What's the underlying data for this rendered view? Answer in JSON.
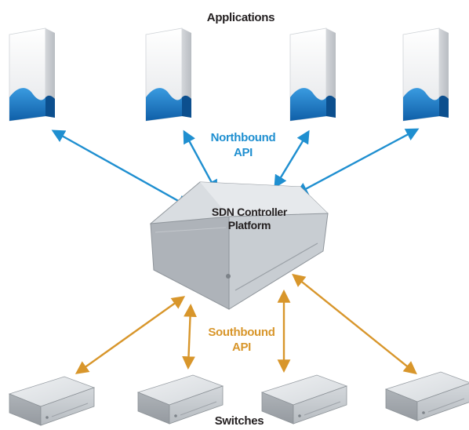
{
  "labels": {
    "applications": "Applications",
    "northbound_line1": "Northbound",
    "northbound_line2": "API",
    "controller_line1": "SDN Controller",
    "controller_line2": "Platform",
    "southbound_line1": "Southbound",
    "southbound_line2": "API",
    "switches": "Switches"
  },
  "colors": {
    "northbound": "#1f8fd0",
    "southbound": "#d8962b",
    "app_wave": "#1e7fc6",
    "device_gray": "#c9ced4"
  }
}
